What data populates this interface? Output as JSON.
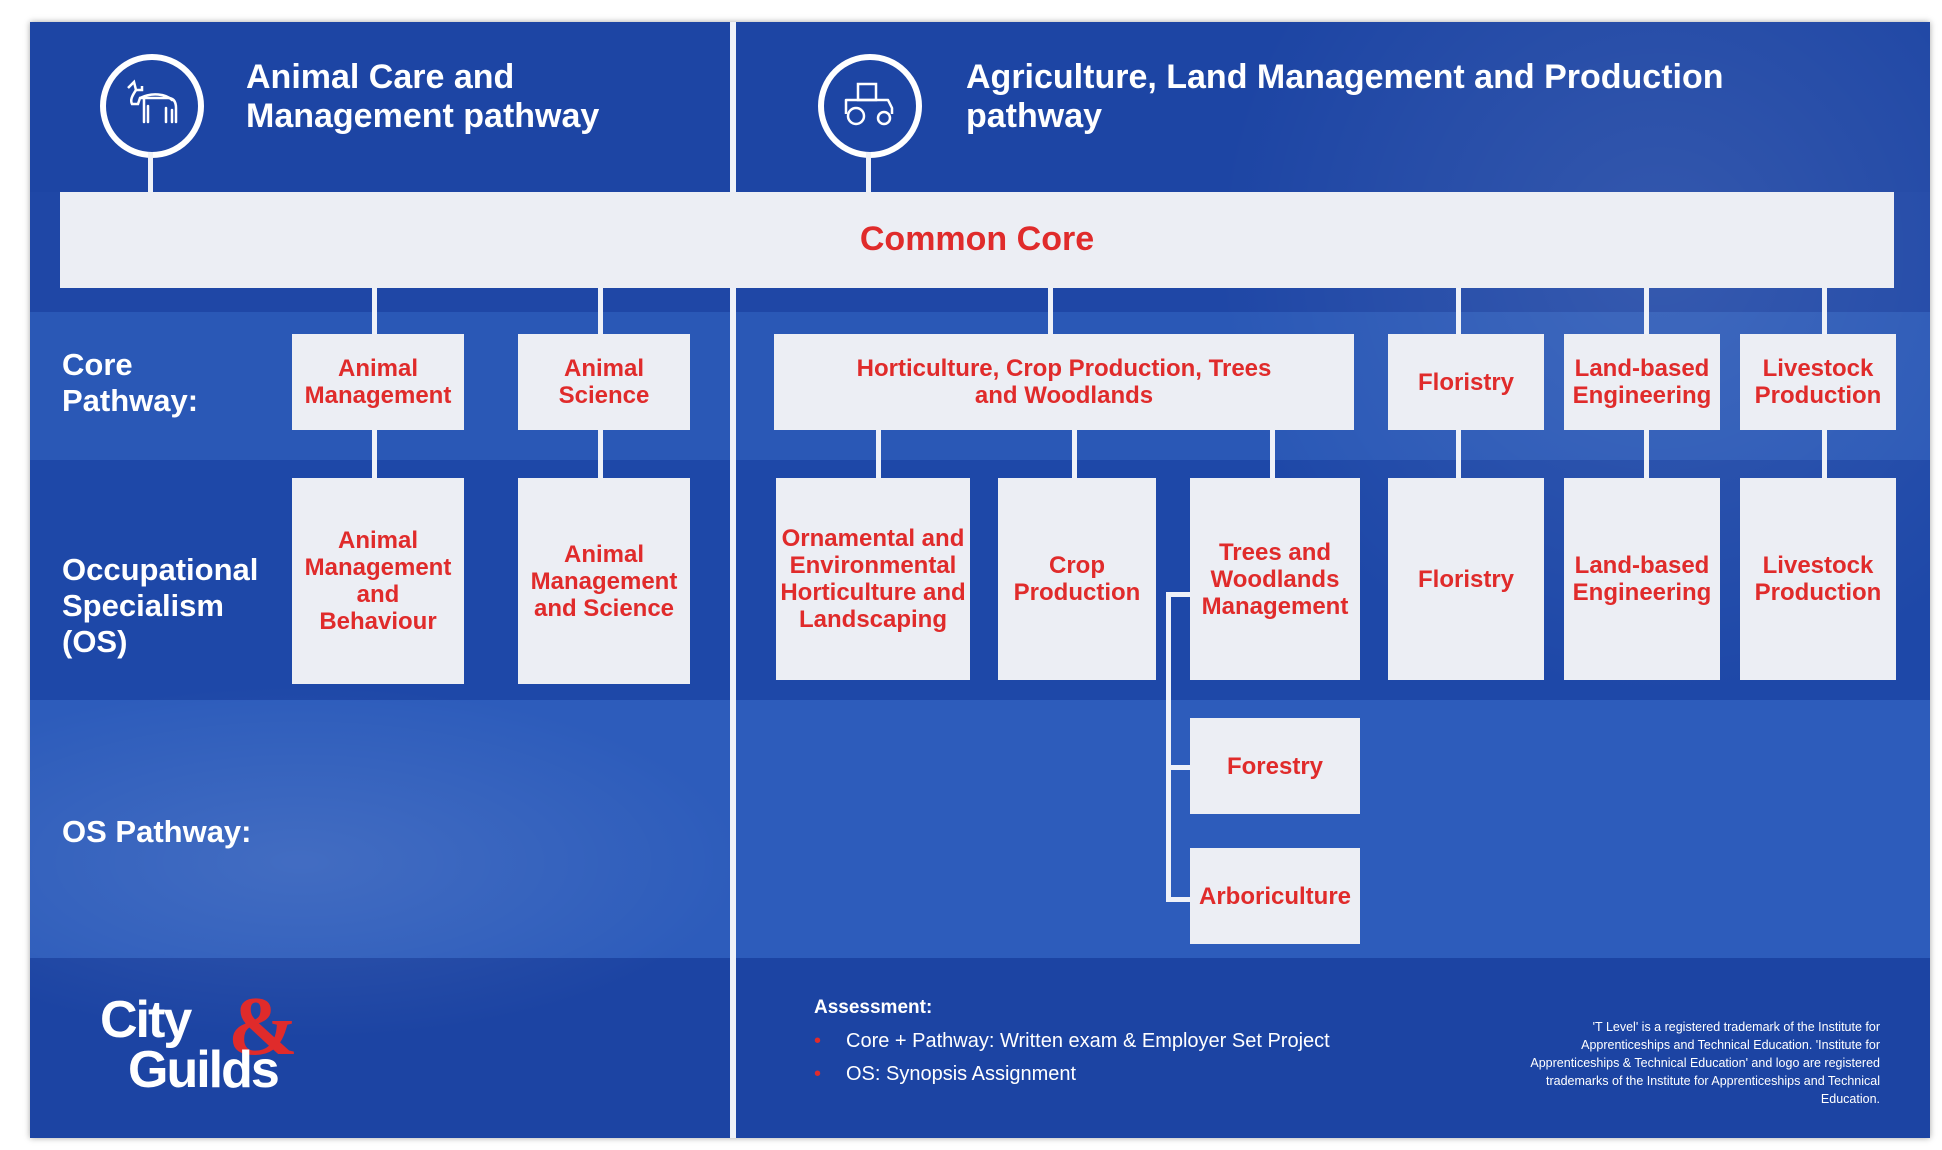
{
  "pathways": {
    "left_title_line1": "Animal Care and",
    "left_title_line2": "Management pathway",
    "right_title_line1": "Agriculture, Land Management and Production",
    "right_title_line2": "pathway",
    "left_icon": "cow-icon",
    "right_icon": "tractor-icon"
  },
  "common_core": "Common Core",
  "row_labels": {
    "core_line1": "Core",
    "core_line2": "Pathway:",
    "os_line1": "Occupational",
    "os_line2": "Specialism",
    "os_line3": "(OS)",
    "os_pathway": "OS Pathway:"
  },
  "core_pathways": {
    "animal_management": "Animal Management",
    "animal_science": "Animal Science",
    "horticulture": "Horticulture, Crop Production, Trees and Woodlands",
    "floristry": "Floristry",
    "land_based": "Land-based Engineering",
    "livestock": "Livestock Production"
  },
  "specialisms": {
    "animal_mgmt_behaviour": "Animal Management and Behaviour",
    "animal_mgmt_science": "Animal Management and Science",
    "ornamental": "Ornamental and Environmental Horticulture and Landscaping",
    "crop": "Crop Production",
    "trees": "Trees and Woodlands Management",
    "floristry": "Floristry",
    "land_based": "Land-based Engineering",
    "livestock": "Livestock Production"
  },
  "os_pathways": {
    "forestry": "Forestry",
    "arboriculture": "Arboriculture"
  },
  "assessment": {
    "title": "Assessment:",
    "items": [
      "Core + Pathway: Written exam & Employer Set Project",
      "OS: Synopsis Assignment"
    ]
  },
  "logo": {
    "line1": "City",
    "amp": "&",
    "line2": "Guilds"
  },
  "legal": "'T Level' is a registered trademark of the Institute for Apprenticeships and Technical Education. 'Institute for Apprenticeships & Technical Education' and logo are registered trademarks of the Institute for Apprenticeships and Technical Education.",
  "colors": {
    "background": "#1f47a6",
    "box": "#eceef4",
    "accent_red": "#e02b2b",
    "text_white": "#ffffff"
  }
}
